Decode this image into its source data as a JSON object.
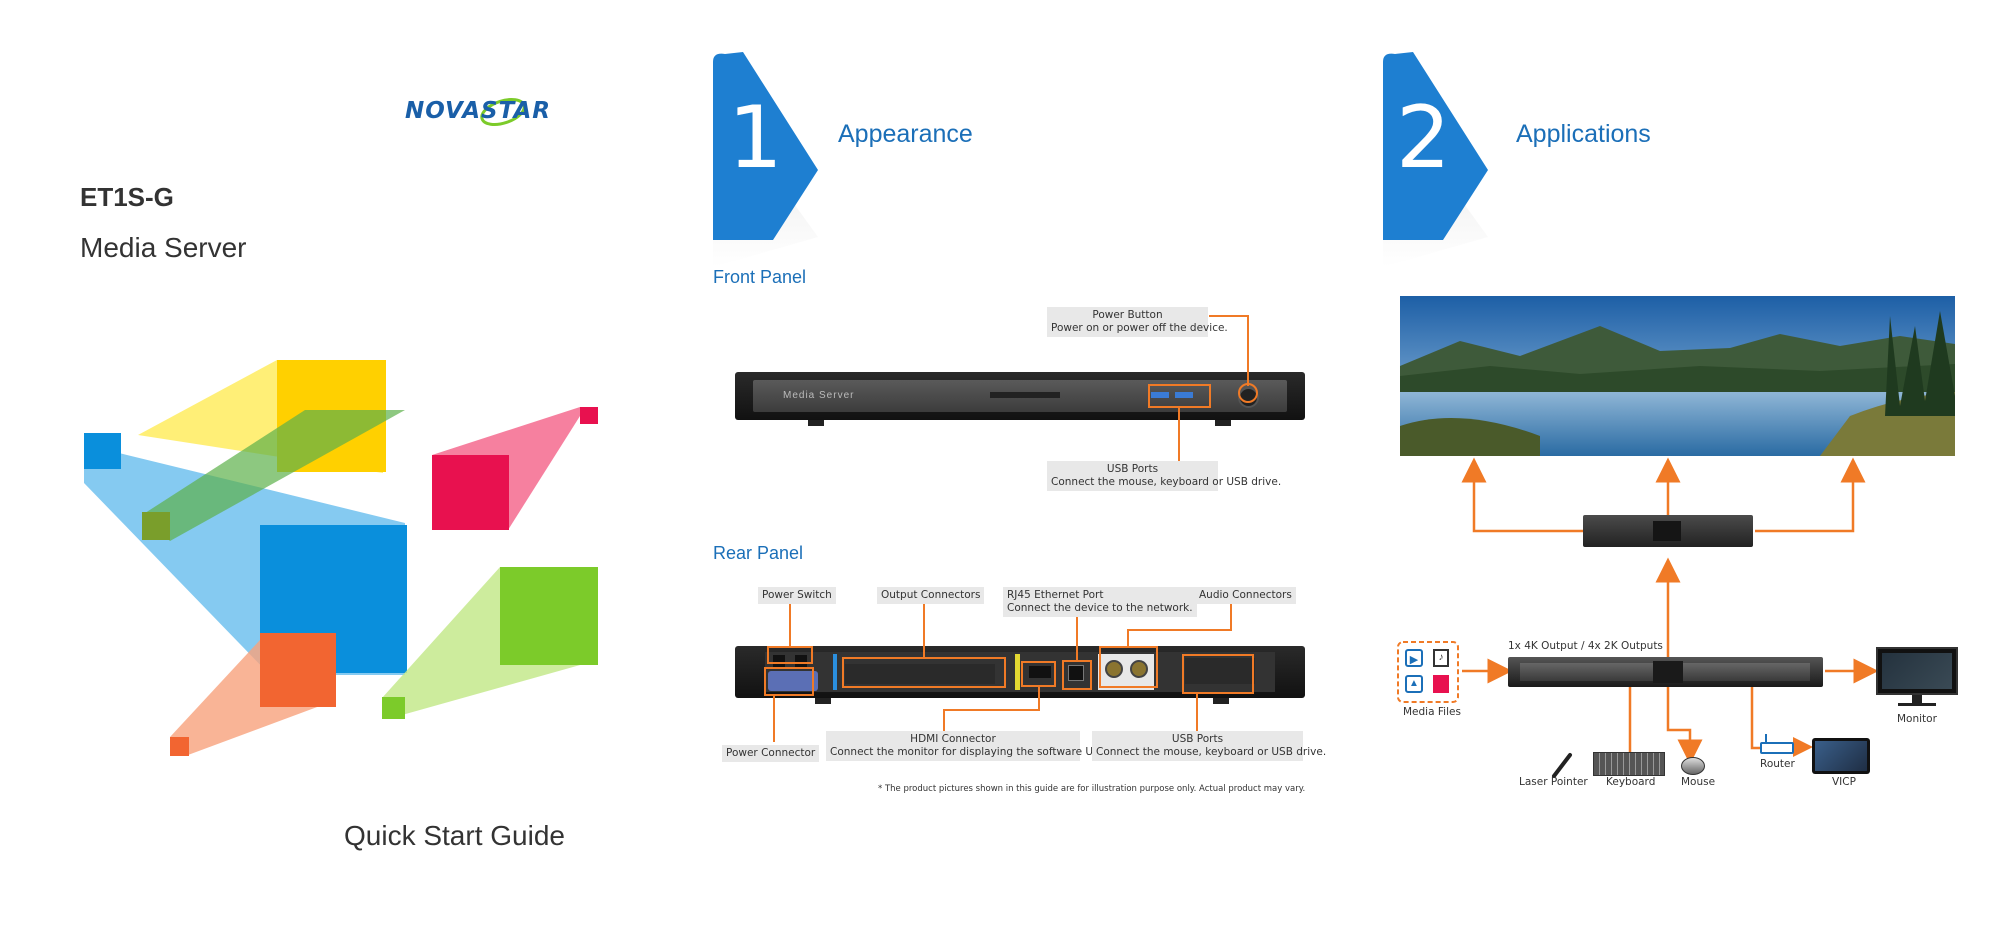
{
  "brand": {
    "logo_text": "NOVASTAR"
  },
  "cover": {
    "model": "ET1S-G",
    "product_type": "Media Server",
    "guide_title": "Quick Start Guide"
  },
  "section1": {
    "number": "1",
    "title": "Appearance",
    "front_panel": {
      "heading": "Front Panel",
      "device_text": "Media Server",
      "power_button_label": "Power Button",
      "power_button_desc": "Power on or power off the device.",
      "usb_label": "USB Ports",
      "usb_desc": "Connect the mouse, keyboard or USB drive."
    },
    "rear_panel": {
      "heading": "Rear Panel",
      "power_switch": "Power Switch",
      "output_connectors": "Output Connectors",
      "rj45_label": "RJ45 Ethernet Port",
      "rj45_desc": "Connect the device to the network.",
      "audio_connectors": "Audio Connectors",
      "power_connector": "Power Connector",
      "hdmi_label": "HDMI Connector",
      "hdmi_desc": "Connect the monitor for displaying the software UI.",
      "usb_label": "USB Ports",
      "usb_desc": "Connect the mouse, keyboard or USB drive."
    },
    "disclaimer": "* The product pictures shown in this guide are for illustration purpose only. Actual product may vary."
  },
  "section2": {
    "number": "2",
    "title": "Applications",
    "output_caption": "1x 4K Output / 4x 2K Outputs",
    "media_files": "Media Files",
    "monitor": "Monitor",
    "laser_pointer": "Laser Pointer",
    "keyboard": "Keyboard",
    "mouse": "Mouse",
    "router": "Router",
    "vicp": "VICP"
  },
  "colors": {
    "accent_blue": "#1b6fb8",
    "callout_orange": "#f07a26",
    "shape_blue": "#0a8fdc",
    "shape_yellow": "#ffd000",
    "shape_red": "#e8114f",
    "shape_green": "#7ccb2a",
    "shape_orange": "#f26531"
  }
}
